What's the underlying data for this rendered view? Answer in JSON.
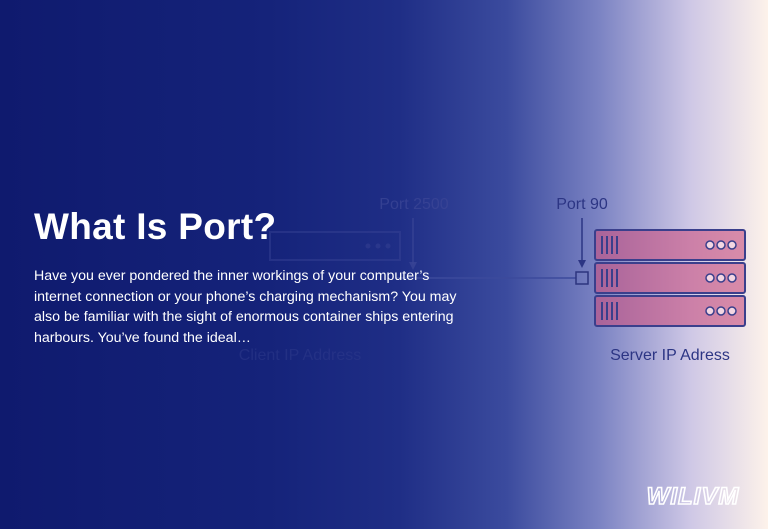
{
  "hero": {
    "title": "What Is Port?",
    "description": "Have you ever pondered the inner workings of your computer’s internet connection or your phone’s charging mechanism? You may also be familiar with the sight of enormous container ships entering harbours. You’ve found the ideal…"
  },
  "diagram": {
    "client_port_label": "Port 2500",
    "server_port_label": "Port 90",
    "client_label": "Client IP Address",
    "server_label": "Server IP Adress"
  },
  "brand": {
    "logo_text": "WILIVM",
    "logo_icon": "brand-logo-icon"
  },
  "colors": {
    "background_dark": "#0f1a6e",
    "background_light": "#fdf2ea",
    "server_fill": "#c9507e",
    "diagram_ink": "#333a86"
  }
}
